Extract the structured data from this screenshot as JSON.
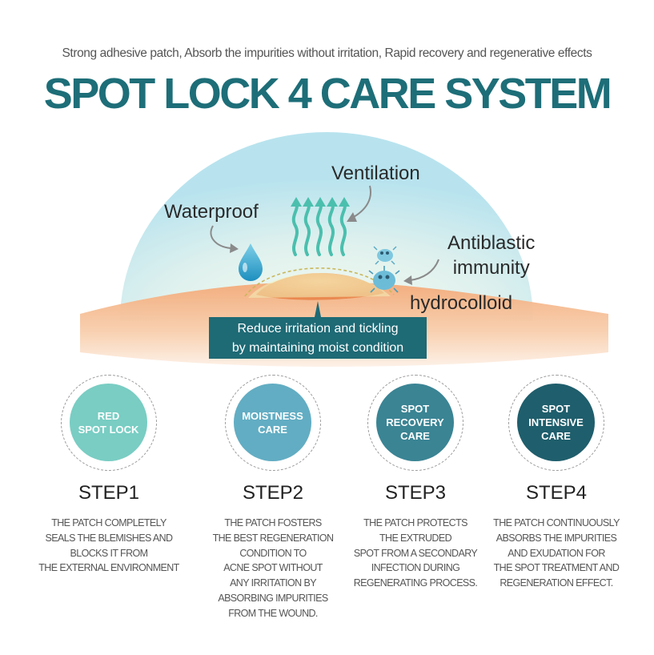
{
  "header": {
    "tagline": "Strong adhesive patch, Absorb the impurities without irritation, Rapid recovery and regenerative effects",
    "title": "SPOT LOCK 4 CARE SYSTEM"
  },
  "illustration": {
    "labels": {
      "ventilation": "Ventilation",
      "waterproof": "Waterproof",
      "antiblastic": "Antiblastic\nimmunity",
      "hydrocolloid": "hydrocolloid"
    },
    "callout": "Reduce irritation and tickling\nby maintaining moist condition",
    "icons": [
      "water-drop-icon",
      "air-waves-icon",
      "bacteria-icon",
      "curved-arrow-icon"
    ]
  },
  "colors": {
    "title": "#1d6e78",
    "callout": "#1e6a75",
    "step1": "#79cdc3",
    "step2": "#62adc3",
    "step3": "#3a8494",
    "step4": "#1f5e6c"
  },
  "steps": [
    {
      "badge": "RED\nSPOT LOCK",
      "title": "STEP1",
      "desc": "THE PATCH COMPLETELY\nSEALS THE BLEMISHES AND\nBLOCKS IT FROM\nTHE EXTERNAL ENVIRONMENT"
    },
    {
      "badge": "MOISTNESS\nCARE",
      "title": "STEP2",
      "desc": "THE PATCH FOSTERS\nTHE BEST REGENERATION\nCONDITION TO\nACNE SPOT WITHOUT\nANY IRRITATION BY\nABSORBING IMPURITIES\nFROM THE WOUND."
    },
    {
      "badge": "SPOT\nRECOVERY\nCARE",
      "title": "STEP3",
      "desc": "THE PATCH PROTECTS\nTHE EXTRUDED\nSPOT FROM A SECONDARY\nINFECTION DURING\nREGENERATING PROCESS."
    },
    {
      "badge": "SPOT\nINTENSIVE\nCARE",
      "title": "STEP4",
      "desc": "THE PATCH CONTINUOUSLY\nABSORBS THE IMPURITIES\nAND EXUDATION FOR\nTHE SPOT TREATMENT AND\nREGENERATION EFFECT."
    }
  ]
}
